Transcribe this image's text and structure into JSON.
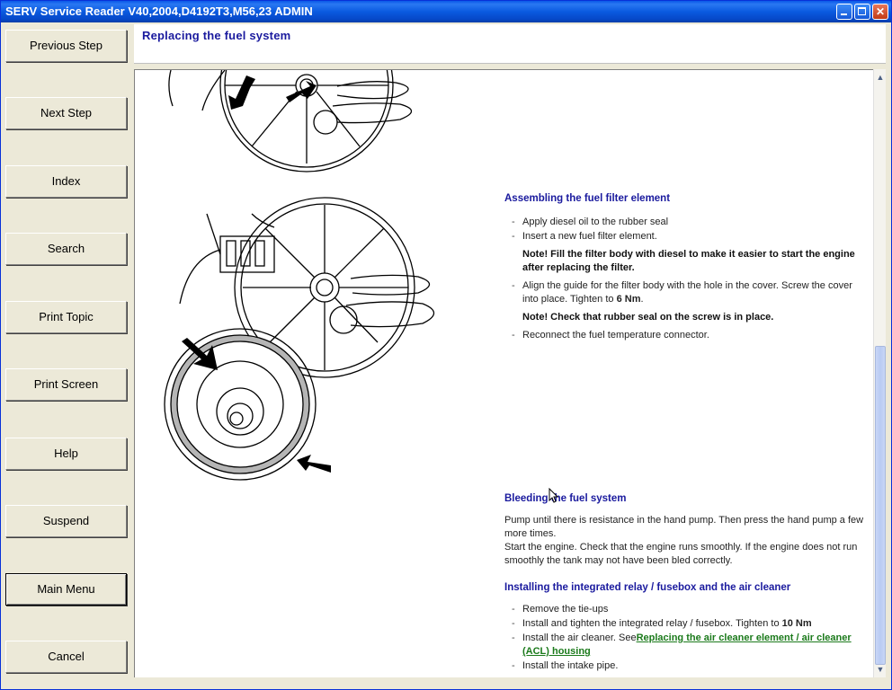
{
  "window": {
    "title": "SERV Service Reader V40,2004,D4192T3,M56,23 ADMIN"
  },
  "sidebar": {
    "buttons": [
      {
        "label": "Previous Step"
      },
      {
        "label": "Next Step"
      },
      {
        "label": "Index"
      },
      {
        "label": "Search"
      },
      {
        "label": "Print Topic"
      },
      {
        "label": "Print Screen"
      },
      {
        "label": "Help"
      },
      {
        "label": "Suspend"
      },
      {
        "label": "Main Menu"
      },
      {
        "label": "Cancel"
      }
    ]
  },
  "header": {
    "title": "Replacing the fuel system"
  },
  "content": {
    "assembling": {
      "title": "Assembling the fuel filter element",
      "step1": "Apply diesel oil to the rubber seal",
      "step2": "Insert a new fuel filter element.",
      "note1": "Note! Fill the filter body with diesel to make it easier to start the engine after replacing the filter.",
      "step3_text": "Align the guide for the filter body with the hole in the cover. Screw the cover into place. Tighten to ",
      "step3_value": "6 Nm",
      "step3_end": ".",
      "note2": "Note! Check that rubber seal on the screw is in place.",
      "step4": "Reconnect the fuel temperature connector."
    },
    "bleeding": {
      "title": "Bleeding the fuel system",
      "para1": "Pump until there is resistance in the hand pump. Then press the hand pump a few more times.",
      "para2": "Start the engine. Check that the engine runs smoothly. If the engine does not run smoothly the tank may not have been bled correctly."
    },
    "installing": {
      "title": "Installing the integrated relay / fusebox and the air cleaner",
      "step1": "Remove the tie-ups",
      "step2_text": "Install and tighten the integrated relay / fusebox. Tighten to ",
      "step2_value": "10 Nm",
      "step3_text": "Install the air cleaner. See",
      "step3_link": "Replacing the air cleaner element / air cleaner (ACL) housing",
      "step4": "Install the intake pipe."
    }
  },
  "colors": {
    "titlebar": "#0a58e8",
    "heading": "#1a1a9e",
    "link": "#1b7a1b"
  }
}
